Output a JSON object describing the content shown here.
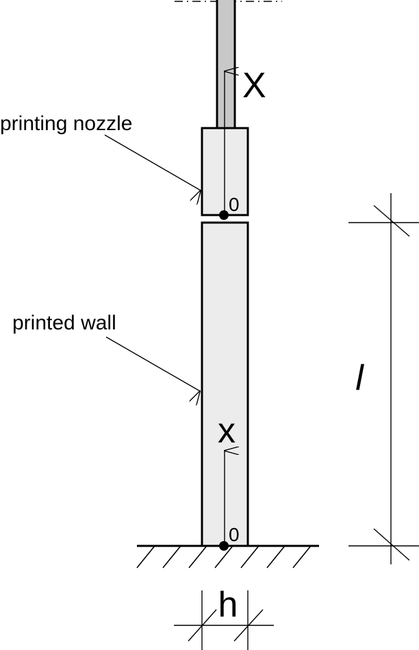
{
  "labels": {
    "nozzle": "printing nozzle",
    "wall": "printed wall",
    "nozzle_axis": "X",
    "wall_axis": "x",
    "nozzle_origin": "0",
    "wall_origin": "0",
    "length": "l",
    "width": "h"
  },
  "colors": {
    "fill": "#ececec",
    "rod": "#c8c8c8",
    "stroke": "#000000"
  }
}
